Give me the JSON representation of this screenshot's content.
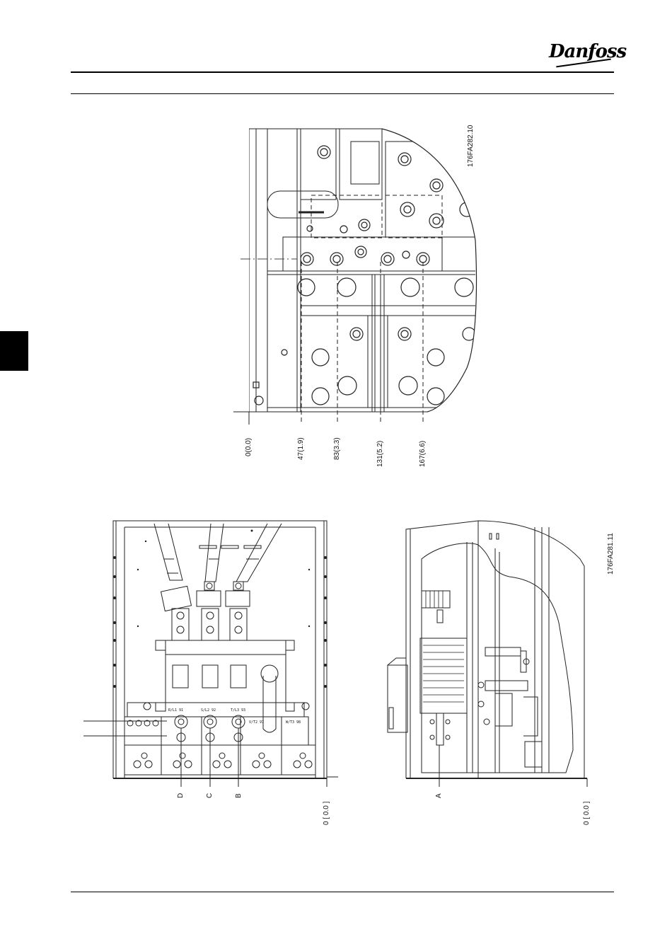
{
  "header": {
    "brand": "Danfoss"
  },
  "top_figure": {
    "figure_code": "176FA282.10",
    "dimensions": [
      "0(0.0)",
      "47(1.9)",
      "83(3.3)",
      "131(5.2)",
      "167(6.6)"
    ]
  },
  "bottom_figure": {
    "figure_code": "176FA281.11",
    "terminal_labels": [
      "D",
      "C",
      "B"
    ],
    "side_label": "A",
    "left_zero": "0 [ 0.0 ]",
    "right_zero": "0 [ 0.0 ]",
    "terminal_markings": [
      "R/L1 91",
      "S/L2 92",
      "T/L3 93",
      "V/T2 97",
      "W/T3 98"
    ]
  }
}
